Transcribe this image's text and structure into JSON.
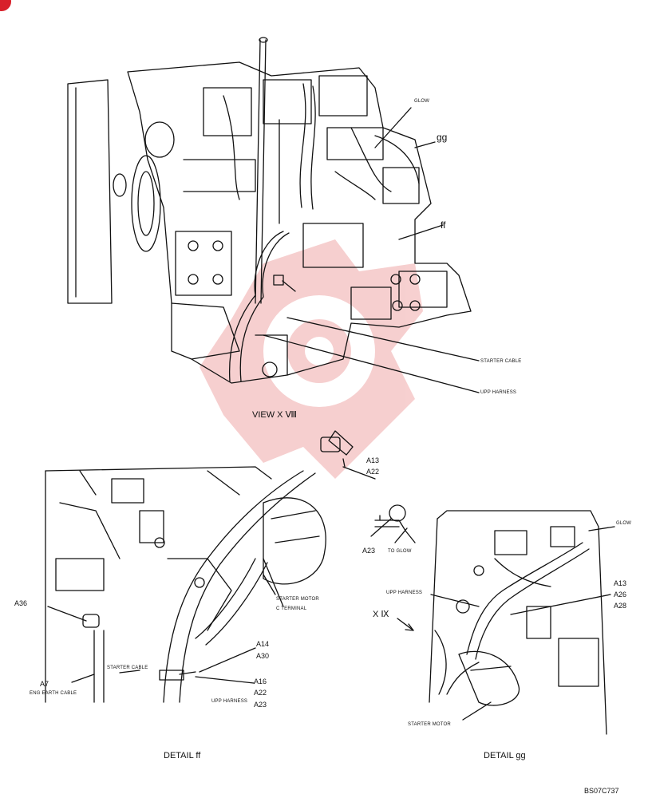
{
  "view_title": "VIEW X Ⅷ",
  "detail_ff_title": "DETAIL ff",
  "detail_gg_title": "DETAIL gg",
  "drawing_code": "BS07C737",
  "main_view": {
    "glow": "GLOW",
    "gg": "gg",
    "ff": "ff",
    "starter_cable": "STARTER CABLE",
    "upp_harness": "UPP HARNESS"
  },
  "detail_ff": {
    "a36": "A36",
    "a7": "A7",
    "eng_earth_cable": "ENG EARTH CABLE",
    "starter_cable": "STARTER CABLE",
    "upp_harness": "UPP HARNESS",
    "starter_motor_c_terminal_1": "STARTER MOTOR",
    "starter_motor_c_terminal_2": "C TERMINAL",
    "a14": "A14",
    "a30": "A30",
    "a16": "A16",
    "a22": "A22",
    "a23": "A23"
  },
  "inset": {
    "a13": "A13",
    "a22": "A22",
    "a23": "A23",
    "to_glow": "TO GLOW"
  },
  "detail_gg": {
    "glow": "GLOW",
    "upp_harness": "UPP HARNESS",
    "xix": "X Ⅸ",
    "a13": "A13",
    "a26": "A26",
    "a28": "A28",
    "starter_motor": "STARTER MOTOR"
  },
  "colors": {
    "line": "#111111",
    "watermark": "#f2b8b8",
    "badge": "#d8202b"
  }
}
